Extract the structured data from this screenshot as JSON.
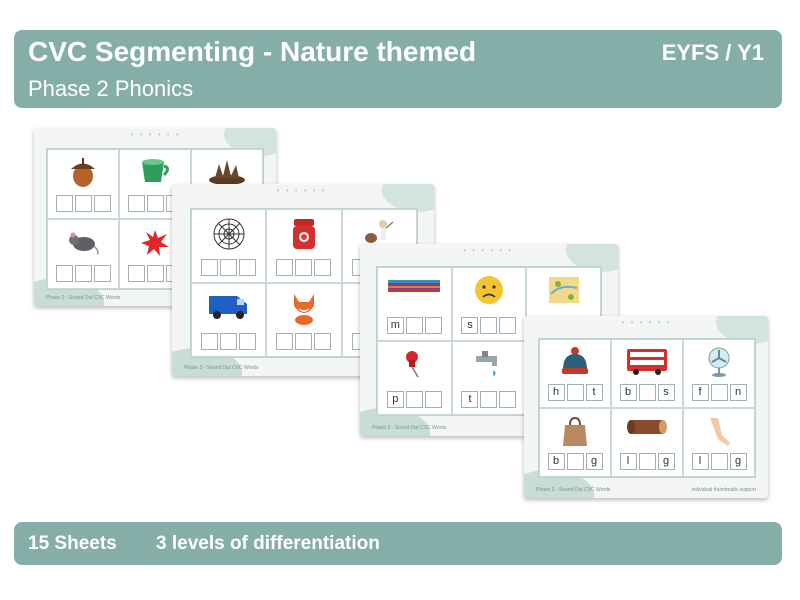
{
  "header": {
    "title": "CVC Segmenting - Nature themed",
    "subtitle": "Phase 2 Phonics",
    "level": "EYFS / Y1"
  },
  "footer": {
    "sheets": "15 Sheets",
    "levels": "3 levels of differentiation"
  },
  "sheet_footer": "Phase 2 - Sound Out CVC Words",
  "sheet_credit": "individual thumbnails support",
  "sheet4_letters": {
    "hat": [
      "h",
      "",
      "t"
    ],
    "bus": [
      "b",
      "",
      "s"
    ],
    "fan": [
      "f",
      "",
      "n"
    ],
    "bag": [
      "b",
      "",
      "g"
    ],
    "log": [
      "l",
      "",
      "g"
    ],
    "leg": [
      "l",
      "",
      "g"
    ]
  },
  "sheet3_letters": {
    "mat": [
      "m",
      "",
      ""
    ],
    "sad": [
      "s",
      "",
      ""
    ],
    "pin": [
      "p",
      "",
      ""
    ],
    "tap": [
      "t",
      "",
      ""
    ]
  },
  "icons": [
    "acorn-icon",
    "cup-icon",
    "mud-icon",
    "rat-icon",
    "splat-icon",
    "web-icon",
    "jam-icon",
    "van-icon",
    "fox-icon",
    "rug-icon",
    "sad-face-icon",
    "map-icon",
    "pin-icon",
    "tap-icon",
    "hat-icon",
    "bus-icon",
    "fan-icon",
    "bag-icon",
    "log-icon",
    "leg-icon"
  ]
}
